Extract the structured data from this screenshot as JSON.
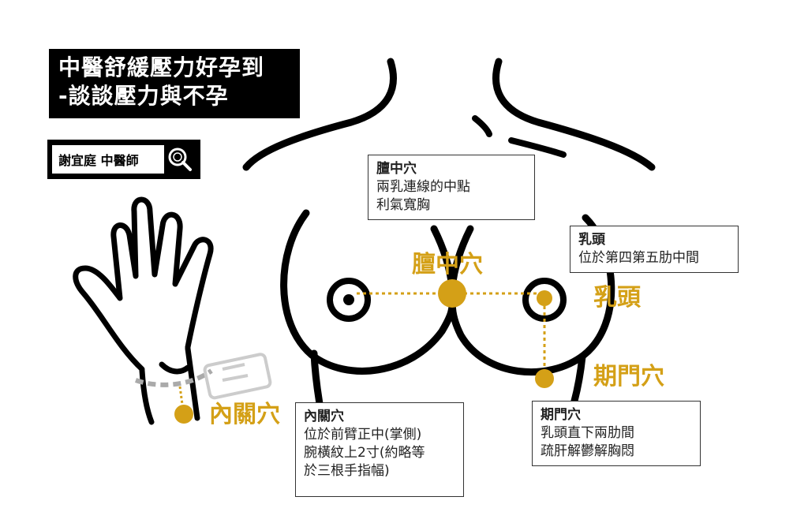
{
  "colors": {
    "accent": "#d4a017",
    "line": "#000000",
    "dotted": "#d4a017",
    "gray": "#aaaaaa"
  },
  "title": {
    "line1": "中醫舒緩壓力好孕到",
    "line2": "-談談壓力與不孕"
  },
  "author": {
    "name": "謝宜庭 中醫師",
    "icon": "search-icon"
  },
  "labels": {
    "tanzhong": "膻中穴",
    "nipple": "乳頭",
    "qimen": "期門穴",
    "neiguan": "內關穴"
  },
  "boxes": {
    "tanzhong": {
      "title": "膻中穴",
      "lines": [
        "兩乳連線的中點",
        "利氣寬胸"
      ]
    },
    "nipple": {
      "title": "乳頭",
      "lines": [
        "位於第四第五肋中間"
      ]
    },
    "neiguan": {
      "title": "內關穴",
      "lines": [
        "位於前臂正中(掌側)",
        "腕橫紋上2寸(約略等",
        "於三根手指幅)"
      ]
    },
    "qimen": {
      "title": "期門穴",
      "lines": [
        "乳頭直下兩肋間",
        "疏肝解鬱解胸悶"
      ]
    }
  }
}
